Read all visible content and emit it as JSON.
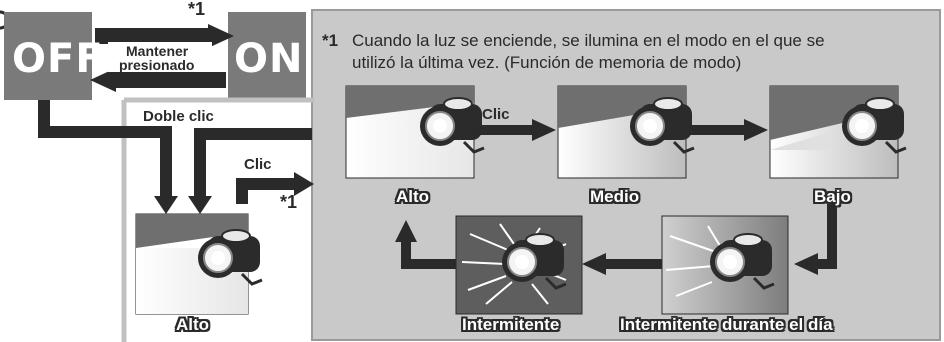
{
  "states": {
    "off": "OFF",
    "on": "ON"
  },
  "transition": {
    "hold_line1": "Mantener",
    "hold_line2": "presionado",
    "marker": "*1"
  },
  "labels": {
    "double_click": "Doble clic",
    "click": "Clic",
    "click_inner": "Clic",
    "marker": "*1"
  },
  "note": {
    "marker": "*1",
    "line1": "Cuando la luz se enciende, se ilumina en el modo en el que se",
    "line2": "utilizó la última vez. (Función de memoria de modo)"
  },
  "modes": {
    "alto": "Alto",
    "medio": "Medio",
    "bajo": "Bajo",
    "intermitente_dia": "Intermitente durante el día",
    "intermitente": "Intermitente"
  },
  "start_mode": "Alto"
}
